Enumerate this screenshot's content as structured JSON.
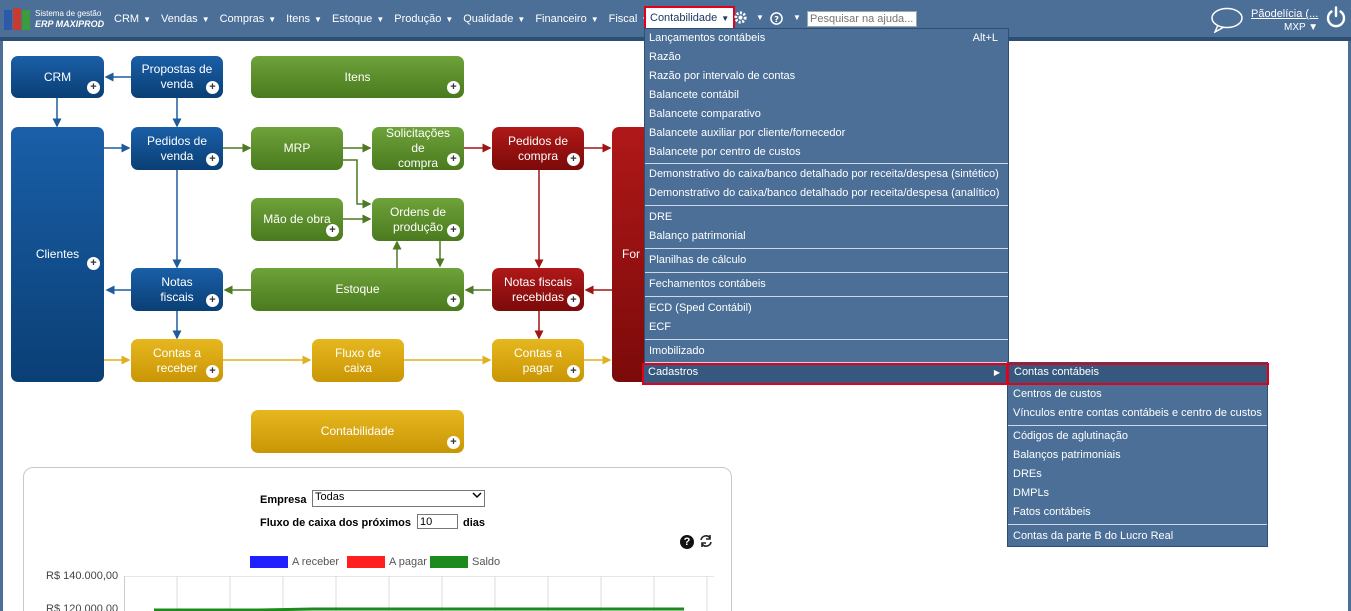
{
  "brand": {
    "line1": "Sistema de gestão",
    "line2": "ERP MAXIPROD"
  },
  "menu": {
    "items": [
      "CRM",
      "Vendas",
      "Compras",
      "Itens",
      "Estoque",
      "Produção",
      "Qualidade",
      "Financeiro",
      "Fiscal"
    ],
    "active": "Contabilidade",
    "caret": "▼"
  },
  "search": {
    "placeholder": "Pesquisar na ajuda..."
  },
  "user": {
    "name": "Pãodelícia (...",
    "company": "MXP ▼"
  },
  "icons": {
    "gear": "gear-icon",
    "help": "help-icon",
    "chat": "chat-icon",
    "power": "power-icon"
  },
  "diagram": {
    "crm": "CRM",
    "propostas": [
      "Propostas de",
      "venda"
    ],
    "itens": "Itens",
    "clientes": "Clientes",
    "pedidos_venda": [
      "Pedidos de",
      "venda"
    ],
    "mrp": "MRP",
    "solicitacoes": [
      "Solicitações de",
      "compra"
    ],
    "pedidos_compra": [
      "Pedidos de",
      "compra"
    ],
    "fornecedores": "For",
    "mao_obra": "Mão de obra",
    "ordens": [
      "Ordens de",
      "produção"
    ],
    "notas_fiscais": [
      "Notas",
      "fiscais"
    ],
    "estoque": "Estoque",
    "notas_recebidas": [
      "Notas fiscais",
      "recebidas"
    ],
    "contas_receber": [
      "Contas a",
      "receber"
    ],
    "fluxo": [
      "Fluxo de",
      "caixa"
    ],
    "contas_pagar": [
      "Contas a",
      "pagar"
    ],
    "contabilidade": "Contabilidade",
    "plus": "+"
  },
  "dropdown": {
    "items": [
      {
        "label": "Lançamentos contábeis",
        "shortcut": "Alt+L"
      },
      {
        "label": "Razão"
      },
      {
        "label": "Razão por intervalo de contas"
      },
      {
        "label": "Balancete contábil"
      },
      {
        "label": "Balancete comparativo"
      },
      {
        "label": "Balancete auxiliar por cliente/fornecedor"
      },
      {
        "label": "Balancete por centro de custos"
      },
      {
        "label": "Demonstrativo do caixa/banco detalhado por receita/despesa (sintético)"
      },
      {
        "label": "Demonstrativo do caixa/banco detalhado por receita/despesa (analítico)"
      },
      {
        "label": "DRE"
      },
      {
        "label": "Balanço patrimonial"
      },
      {
        "label": "Planilhas de cálculo"
      },
      {
        "label": "Fechamentos contábeis"
      },
      {
        "label": "ECD (Sped Contábil)"
      },
      {
        "label": "ECF"
      },
      {
        "label": "Imobilizado"
      },
      {
        "label": "Cadastros"
      }
    ]
  },
  "submenu": {
    "items": [
      "Contas contábeis",
      "Centros de custos",
      "Vínculos entre contas contábeis e centro de custos",
      "Códigos de aglutinação",
      "Balanços patrimoniais",
      "DREs",
      "DMPLs",
      "Fatos contábeis",
      "Contas da parte B do Lucro Real"
    ]
  },
  "widget": {
    "empresa_label": "Empresa",
    "empresa_value": "Todas",
    "fluxo_label": "Fluxo de caixa dos próximos",
    "fluxo_days": "10",
    "dias_label": "dias",
    "legend": [
      {
        "name": "A receber",
        "color": "#1f1fff"
      },
      {
        "name": "A pagar",
        "color": "#ff1f1f"
      },
      {
        "name": "Saldo",
        "color": "#1c8a1c"
      }
    ],
    "y_ticks": [
      "R$ 140.000,00",
      "R$ 120.000,00"
    ]
  },
  "colors": {
    "accent": "#4b6f97",
    "highlight": "#e3001b"
  }
}
